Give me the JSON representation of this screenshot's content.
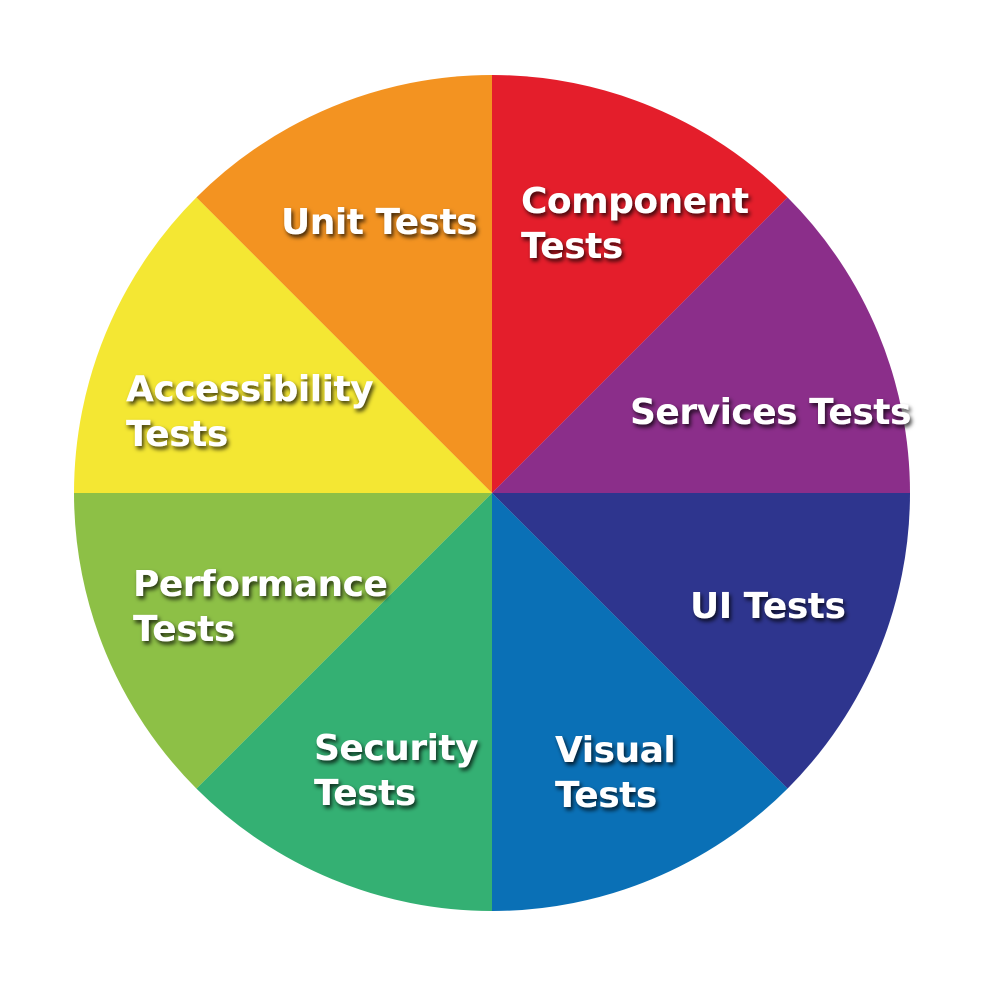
{
  "chart_data": {
    "type": "pie",
    "title": "",
    "legend": "none",
    "slices": [
      {
        "label": [
          "Component",
          "Tests"
        ],
        "value": 1,
        "color": "#e41e2b"
      },
      {
        "label": [
          "Services Tests"
        ],
        "value": 1,
        "color": "#8b2e8a"
      },
      {
        "label": [
          "UI Tests"
        ],
        "value": 1,
        "color": "#2e358e"
      },
      {
        "label": [
          "Visual",
          "Tests"
        ],
        "value": 1,
        "color": "#0a70b6"
      },
      {
        "label": [
          "Security",
          "Tests"
        ],
        "value": 1,
        "color": "#34b073"
      },
      {
        "label": [
          "Performance",
          "Tests"
        ],
        "value": 1,
        "color": "#8dc046"
      },
      {
        "label": [
          "Accessibility",
          "Tests"
        ],
        "value": 1,
        "color": "#f4e733"
      },
      {
        "label": [
          "Unit Tests"
        ],
        "value": 1,
        "color": "#f39321"
      }
    ]
  }
}
